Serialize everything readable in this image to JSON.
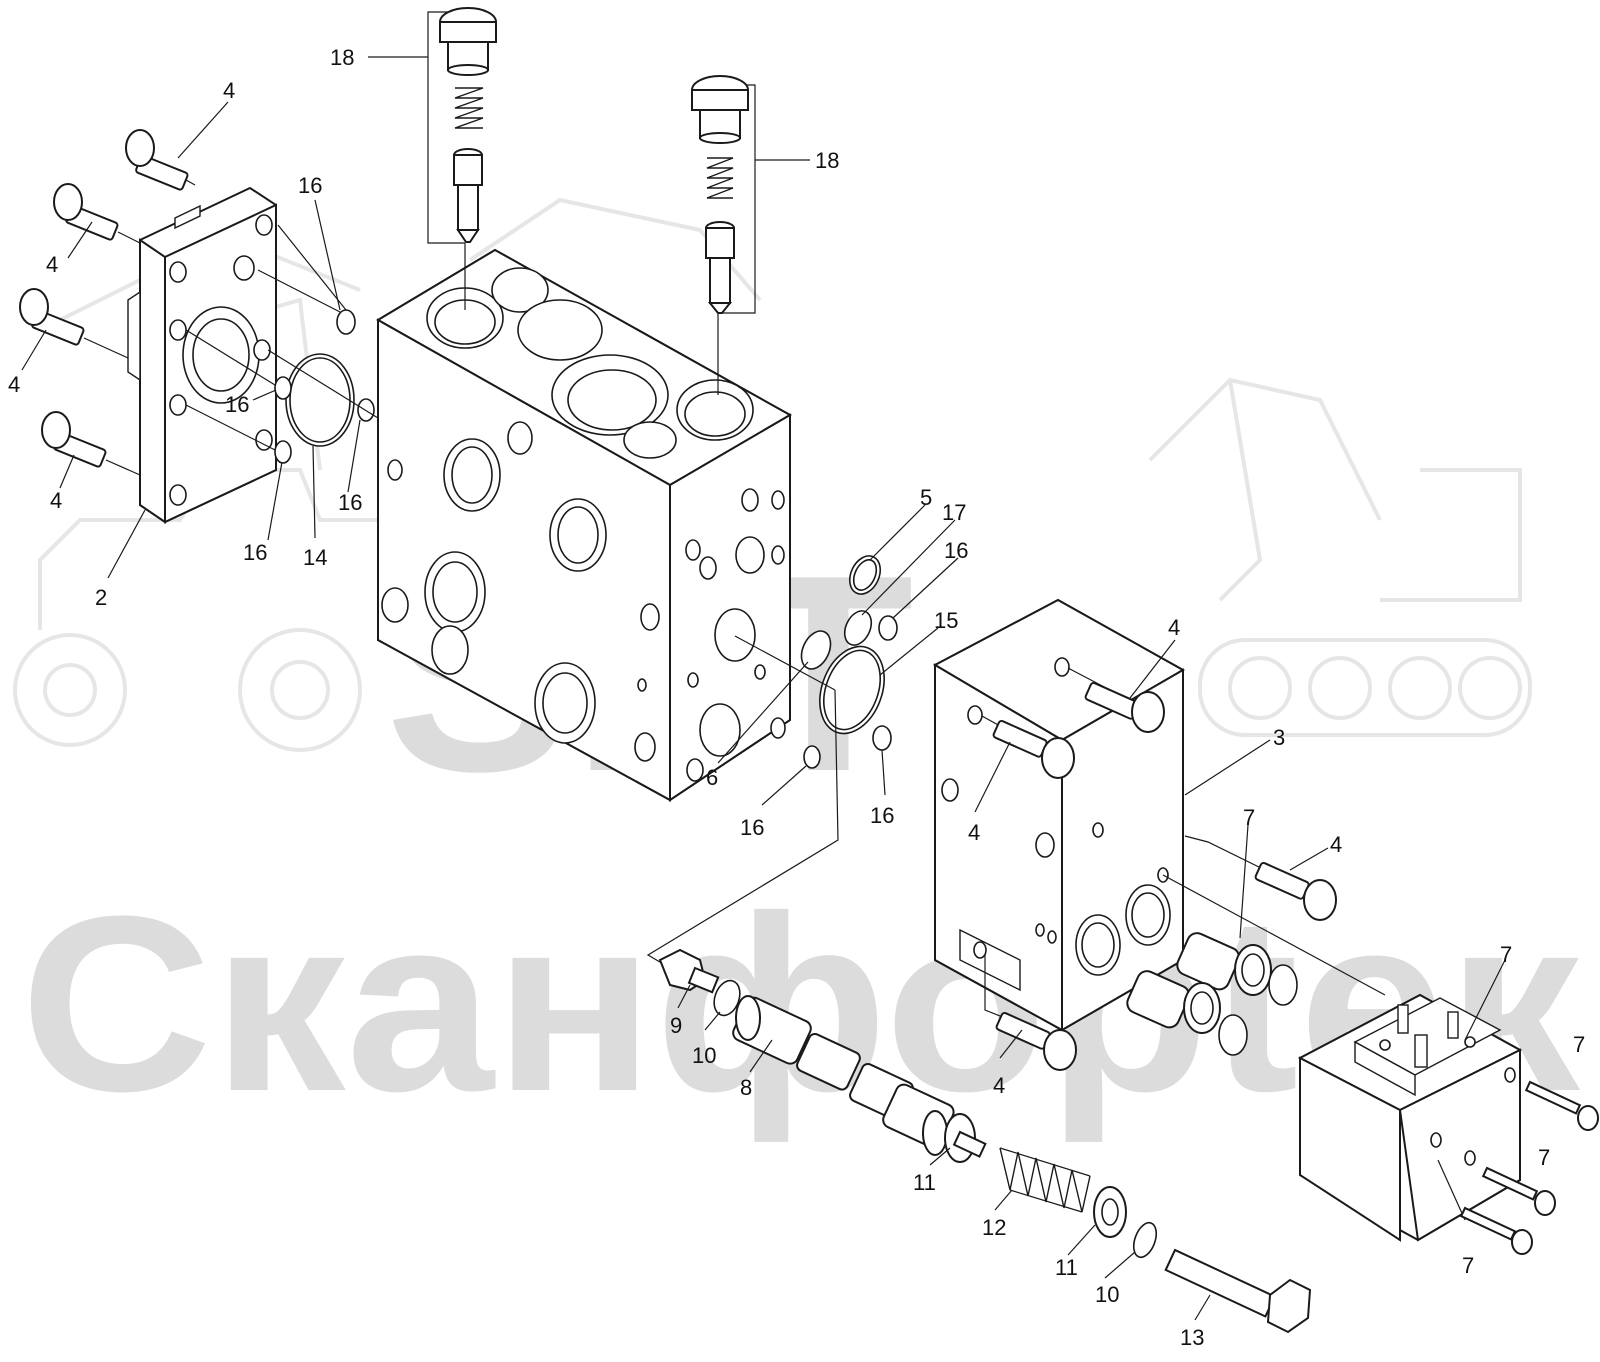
{
  "watermark": {
    "logo_text": "SFT",
    "brand_text": "Сканфорtек",
    "color": "#dcdcdc"
  },
  "colors": {
    "line": "#1a1a1a",
    "background": "#ffffff"
  },
  "callouts": [
    {
      "id": "c18a",
      "text": "18"
    },
    {
      "id": "c18b",
      "text": "18"
    },
    {
      "id": "c4a",
      "text": "4"
    },
    {
      "id": "c4b",
      "text": "4"
    },
    {
      "id": "c4c",
      "text": "4"
    },
    {
      "id": "c4d",
      "text": "4"
    },
    {
      "id": "c16a",
      "text": "16"
    },
    {
      "id": "c16b",
      "text": "16"
    },
    {
      "id": "c16c",
      "text": "16"
    },
    {
      "id": "c16d",
      "text": "16"
    },
    {
      "id": "c14",
      "text": "14"
    },
    {
      "id": "c2",
      "text": "2"
    },
    {
      "id": "c5",
      "text": "5"
    },
    {
      "id": "c17",
      "text": "17"
    },
    {
      "id": "c16e",
      "text": "16"
    },
    {
      "id": "c15",
      "text": "15"
    },
    {
      "id": "c6",
      "text": "6"
    },
    {
      "id": "c16f",
      "text": "16"
    },
    {
      "id": "c16g",
      "text": "16"
    },
    {
      "id": "c4e",
      "text": "4"
    },
    {
      "id": "c3",
      "text": "3"
    },
    {
      "id": "c4f",
      "text": "4"
    },
    {
      "id": "c7a",
      "text": "7"
    },
    {
      "id": "c4g",
      "text": "4"
    },
    {
      "id": "c7b",
      "text": "7"
    },
    {
      "id": "c7c",
      "text": "7"
    },
    {
      "id": "c7d",
      "text": "7"
    },
    {
      "id": "c7e",
      "text": "7"
    },
    {
      "id": "c4h",
      "text": "4"
    },
    {
      "id": "c9",
      "text": "9"
    },
    {
      "id": "c10a",
      "text": "10"
    },
    {
      "id": "c8",
      "text": "8"
    },
    {
      "id": "c11a",
      "text": "11"
    },
    {
      "id": "c12",
      "text": "12"
    },
    {
      "id": "c11b",
      "text": "11"
    },
    {
      "id": "c10b",
      "text": "10"
    },
    {
      "id": "c13",
      "text": "13"
    }
  ]
}
